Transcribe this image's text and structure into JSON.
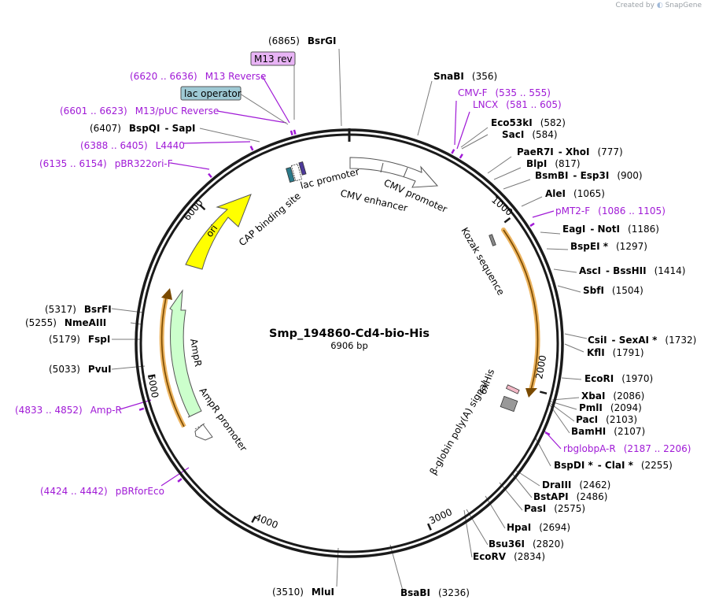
{
  "header": {
    "created_by": "Created by",
    "brand": "SnapGene"
  },
  "plasmid": {
    "name": "Smp_194860-Cd4-bio-His",
    "size_label": "6906 bp"
  },
  "ticks": [
    "1000",
    "2000",
    "3000",
    "4000",
    "5000",
    "6000"
  ],
  "enzymes": [
    {
      "id": "bsrgi",
      "parts": [
        {
          "t": "(6865)",
          "k": "pos"
        },
        {
          "t": "BsrGI",
          "k": "enz"
        }
      ]
    },
    {
      "id": "snabi",
      "parts": [
        {
          "t": "SnaBI",
          "k": "enz"
        },
        {
          "t": "(356)",
          "k": "pos"
        }
      ]
    },
    {
      "id": "eco53ki",
      "parts": [
        {
          "t": "Eco53kI",
          "k": "enz"
        },
        {
          "t": "(582)",
          "k": "pos"
        }
      ]
    },
    {
      "id": "saci",
      "parts": [
        {
          "t": "SacI",
          "k": "enz"
        },
        {
          "t": "(584)",
          "k": "pos"
        }
      ]
    },
    {
      "id": "paer7i",
      "parts": [
        {
          "t": "PaeR7I",
          "k": "enz"
        },
        {
          "t": "- XhoI",
          "k": "enz"
        },
        {
          "t": "(777)",
          "k": "pos"
        }
      ]
    },
    {
      "id": "blpi",
      "parts": [
        {
          "t": "BlpI",
          "k": "enz"
        },
        {
          "t": "(817)",
          "k": "pos"
        }
      ]
    },
    {
      "id": "bsmbi",
      "parts": [
        {
          "t": "BsmBI",
          "k": "enz"
        },
        {
          "t": "- Esp3I",
          "k": "enz"
        },
        {
          "t": "(900)",
          "k": "pos"
        }
      ]
    },
    {
      "id": "alei",
      "parts": [
        {
          "t": "AleI",
          "k": "enz"
        },
        {
          "t": "(1065)",
          "k": "pos"
        }
      ]
    },
    {
      "id": "eagi",
      "parts": [
        {
          "t": "EagI",
          "k": "enz"
        },
        {
          "t": "- NotI",
          "k": "enz"
        },
        {
          "t": "(1186)",
          "k": "pos"
        }
      ]
    },
    {
      "id": "bspei",
      "parts": [
        {
          "t": "BspEI *",
          "k": "enz"
        },
        {
          "t": "(1297)",
          "k": "pos"
        }
      ]
    },
    {
      "id": "asci",
      "parts": [
        {
          "t": "AscI",
          "k": "enz"
        },
        {
          "t": "- BssHII",
          "k": "enz"
        },
        {
          "t": "(1414)",
          "k": "pos"
        }
      ]
    },
    {
      "id": "sbfi",
      "parts": [
        {
          "t": "SbfI",
          "k": "enz"
        },
        {
          "t": "(1504)",
          "k": "pos"
        }
      ]
    },
    {
      "id": "csii",
      "parts": [
        {
          "t": "CsiI",
          "k": "enz"
        },
        {
          "t": "- SexAI *",
          "k": "enz"
        },
        {
          "t": "(1732)",
          "k": "pos"
        }
      ]
    },
    {
      "id": "kfli",
      "parts": [
        {
          "t": "KflI",
          "k": "enz"
        },
        {
          "t": "(1791)",
          "k": "pos"
        }
      ]
    },
    {
      "id": "ecori",
      "parts": [
        {
          "t": "EcoRI",
          "k": "enz"
        },
        {
          "t": "(1970)",
          "k": "pos"
        }
      ]
    },
    {
      "id": "xbai",
      "parts": [
        {
          "t": "XbaI",
          "k": "enz"
        },
        {
          "t": "(2086)",
          "k": "pos"
        }
      ]
    },
    {
      "id": "pmli",
      "parts": [
        {
          "t": "PmlI",
          "k": "enz"
        },
        {
          "t": "(2094)",
          "k": "pos"
        }
      ]
    },
    {
      "id": "paci",
      "parts": [
        {
          "t": "PacI",
          "k": "enz"
        },
        {
          "t": "(2103)",
          "k": "pos"
        }
      ]
    },
    {
      "id": "bamhi",
      "parts": [
        {
          "t": "BamHI",
          "k": "enz"
        },
        {
          "t": "(2107)",
          "k": "pos"
        }
      ]
    },
    {
      "id": "bspdi",
      "parts": [
        {
          "t": "BspDI *",
          "k": "enz"
        },
        {
          "t": "- ClaI *",
          "k": "enz"
        },
        {
          "t": "(2255)",
          "k": "pos"
        }
      ]
    },
    {
      "id": "draiii",
      "parts": [
        {
          "t": "DraIII",
          "k": "enz"
        },
        {
          "t": "(2462)",
          "k": "pos"
        }
      ]
    },
    {
      "id": "bstapi",
      "parts": [
        {
          "t": "BstAPI",
          "k": "enz"
        },
        {
          "t": "(2486)",
          "k": "pos"
        }
      ]
    },
    {
      "id": "pasi",
      "parts": [
        {
          "t": "PasI",
          "k": "enz"
        },
        {
          "t": "(2575)",
          "k": "pos"
        }
      ]
    },
    {
      "id": "hpai",
      "parts": [
        {
          "t": "HpaI",
          "k": "enz"
        },
        {
          "t": "(2694)",
          "k": "pos"
        }
      ]
    },
    {
      "id": "bsu36i",
      "parts": [
        {
          "t": "Bsu36I",
          "k": "enz"
        },
        {
          "t": "(2820)",
          "k": "pos"
        }
      ]
    },
    {
      "id": "ecorv",
      "parts": [
        {
          "t": "EcoRV",
          "k": "enz"
        },
        {
          "t": "(2834)",
          "k": "pos"
        }
      ]
    },
    {
      "id": "bsabi",
      "parts": [
        {
          "t": "BsaBI",
          "k": "enz"
        },
        {
          "t": "(3236)",
          "k": "pos"
        }
      ]
    },
    {
      "id": "mlui",
      "parts": [
        {
          "t": "(3510)",
          "k": "pos"
        },
        {
          "t": "MluI",
          "k": "enz"
        }
      ]
    },
    {
      "id": "pvui",
      "parts": [
        {
          "t": "(5033)",
          "k": "pos"
        },
        {
          "t": "PvuI",
          "k": "enz"
        }
      ]
    },
    {
      "id": "fspi",
      "parts": [
        {
          "t": "(5179)",
          "k": "pos"
        },
        {
          "t": "FspI",
          "k": "enz"
        }
      ]
    },
    {
      "id": "nmeaiii",
      "parts": [
        {
          "t": "(5255)",
          "k": "pos"
        },
        {
          "t": "NmeAIII",
          "k": "enz"
        }
      ]
    },
    {
      "id": "bsrfi",
      "parts": [
        {
          "t": "(5317)",
          "k": "pos"
        },
        {
          "t": "BsrFI",
          "k": "enz"
        }
      ]
    },
    {
      "id": "bspqi",
      "parts": [
        {
          "t": "(6407)",
          "k": "pos"
        },
        {
          "t": "BspQI",
          "k": "enz"
        },
        {
          "t": "- SapI",
          "k": "enz"
        }
      ]
    }
  ],
  "primers": [
    {
      "id": "cmv-f",
      "parts": [
        {
          "t": "CMV-F",
          "k": "prim"
        },
        {
          "t": "(535 .. 555)",
          "k": "prim"
        }
      ]
    },
    {
      "id": "lncx",
      "parts": [
        {
          "t": "LNCX",
          "k": "prim"
        },
        {
          "t": "(581 .. 605)",
          "k": "prim"
        }
      ]
    },
    {
      "id": "pmt2-f",
      "parts": [
        {
          "t": "pMT2-F",
          "k": "prim"
        },
        {
          "t": "(1086 .. 1105)",
          "k": "prim"
        }
      ]
    },
    {
      "id": "rbglobpa-r",
      "parts": [
        {
          "t": "rbglobpA-R",
          "k": "prim"
        },
        {
          "t": "(2187 .. 2206)",
          "k": "prim"
        }
      ]
    },
    {
      "id": "pbrforeco",
      "parts": [
        {
          "t": "(4424 .. 4442)",
          "k": "prim"
        },
        {
          "t": "pBRforEco",
          "k": "prim"
        }
      ]
    },
    {
      "id": "amp-r",
      "parts": [
        {
          "t": "(4833 .. 4852)",
          "k": "prim"
        },
        {
          "t": "Amp-R",
          "k": "prim"
        }
      ]
    },
    {
      "id": "pbr322ori-f",
      "parts": [
        {
          "t": "(6135 .. 6154)",
          "k": "prim"
        },
        {
          "t": "pBR322ori-F",
          "k": "prim"
        }
      ]
    },
    {
      "id": "l4440",
      "parts": [
        {
          "t": "(6388 .. 6405)",
          "k": "prim"
        },
        {
          "t": "L4440",
          "k": "prim"
        }
      ]
    },
    {
      "id": "m13puc-reverse",
      "parts": [
        {
          "t": "(6601 .. 6623)",
          "k": "prim"
        },
        {
          "t": "M13/pUC Reverse",
          "k": "prim"
        }
      ]
    },
    {
      "id": "m13-reverse",
      "parts": [
        {
          "t": "(6620 .. 6636)",
          "k": "prim"
        },
        {
          "t": "M13 Reverse",
          "k": "prim"
        }
      ]
    }
  ],
  "boxed_labels": {
    "m13_rev": "M13 rev",
    "lac_operator": "lac operator"
  },
  "features": {
    "lac_promoter": "lac promoter",
    "cap_binding_site": "CAP binding site",
    "cmv_enhancer": "CMV enhancer",
    "cmv_promoter": "CMV promoter",
    "kozak_sequence": "Kozak sequence",
    "his_tag": "6xHis",
    "polya_signal": "β-globin poly(A) signal",
    "ampr": "AmpR",
    "ampr_promoter": "AmpR promoter",
    "ori": "ori"
  },
  "colors": {
    "ori": "#ffff00",
    "ampr": "#ccffcc",
    "cds_highlight": "#e8a33a",
    "primer": "#a01ad6",
    "lac_operator": "#9ec9d4",
    "m13_rev": "#e8b3f5",
    "backbone": "#1a1a1a"
  }
}
